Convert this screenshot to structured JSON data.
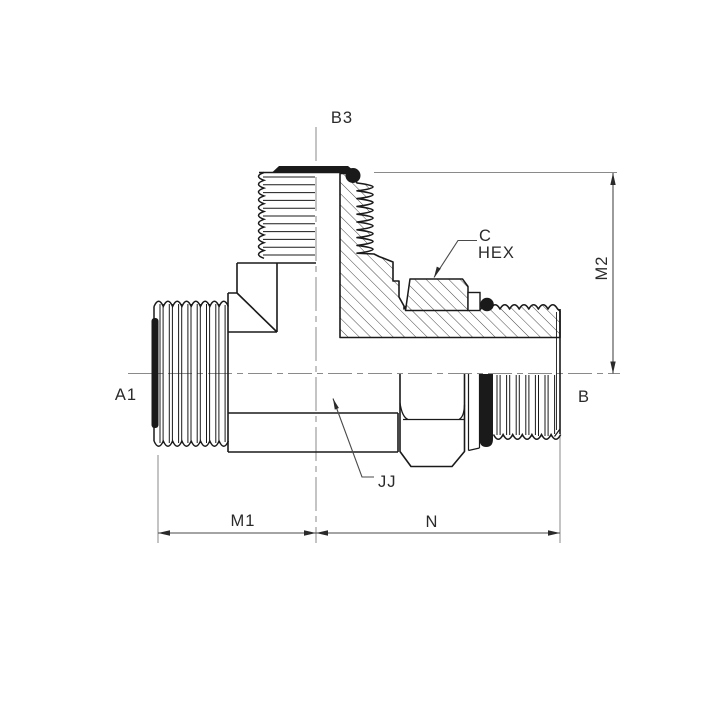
{
  "drawing": {
    "type": "technical-cross-section",
    "description": "Male tee hydraulic fitting, half-section side view with thread details and dimension callouts",
    "labels": {
      "branch_port_top": "B3",
      "left_port": "A1",
      "right_port": "B",
      "hex_callout_line1": "C",
      "hex_callout_line2": "HEX",
      "body_hex_callout": "JJ",
      "dim_height_right": "M2",
      "dim_length_left": "M1",
      "dim_length_right": "N"
    },
    "colors": {
      "background": "#ffffff",
      "outline": "#1a1a1a",
      "hatch": "#333333",
      "dim_line": "#4a4a4a",
      "extension_line": "#8a8a8a",
      "text": "#2a2a2a"
    }
  }
}
